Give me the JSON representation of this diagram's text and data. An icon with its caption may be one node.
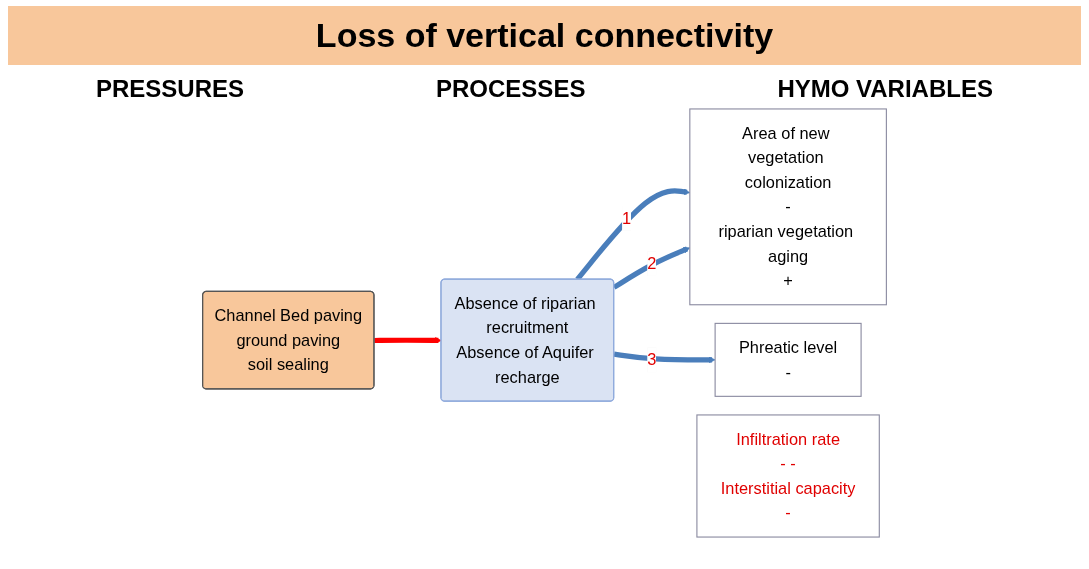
{
  "diagram": {
    "title": "Loss of vertical connectivity",
    "nodes": [
      {
        "text": [
          "Channel Bed paving",
          "ground paving",
          "soil sealing"
        ]
      },
      {
        "text": [
          "Absence of riparian recruitment",
          "Absence of Aquifer recharge"
        ]
      },
      {
        "text": [
          "Infiltration rate",
          "- -",
          "Interstitial capacity",
          "-"
        ]
      },
      {
        "text": [
          "Area of new vegetation colonization",
          "-",
          "riparian vegetation aging",
          "+"
        ]
      },
      {
        "text": [
          "Phreatic level",
          "-"
        ]
      }
    ],
    "edges": [
      {
        "from": 0,
        "to": 1,
        "arrow": "to",
        "color": "#ff0000"
      },
      {
        "from": 1,
        "to": 3,
        "arrow": "to",
        "label": "1"
      },
      {
        "from": 1,
        "to": 3,
        "arrow": "to",
        "label": "2"
      },
      {
        "from": 1,
        "to": 4,
        "arrow": "to",
        "label": "3"
      }
    ],
    "labels": [
      "PRESSURES",
      "PROCESSES",
      "HYMO VARIABLES"
    ]
  }
}
